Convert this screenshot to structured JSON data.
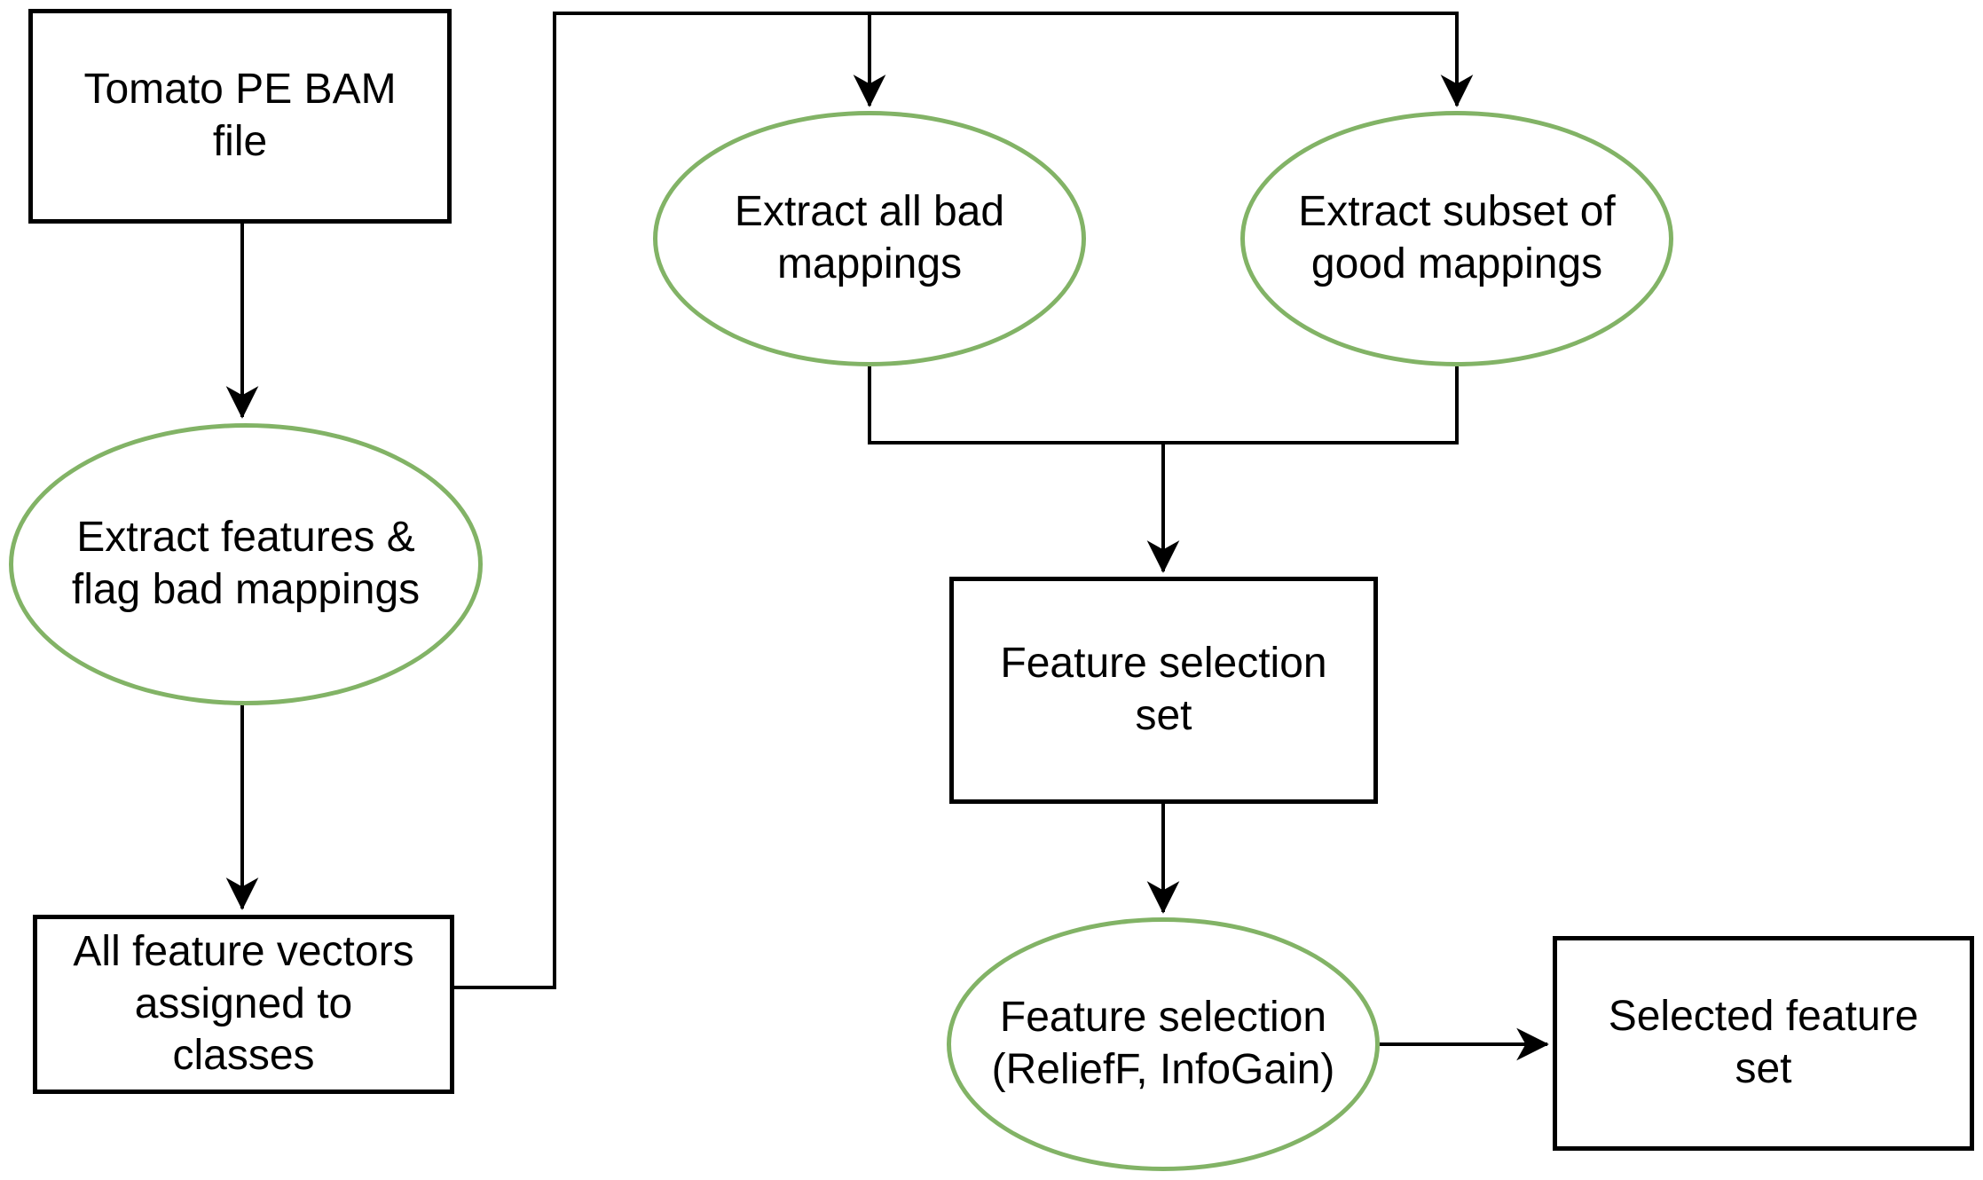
{
  "diagram": {
    "colors": {
      "background": "#ffffff",
      "rect_border": "#000000",
      "ellipse_border": "#82b366",
      "connector": "#000000",
      "text": "#000000"
    },
    "nodes": [
      {
        "id": "tomato-pe-bam-file",
        "type": "rect",
        "label": "Tomato PE BAM\nfile"
      },
      {
        "id": "extract-features-flag-bad-mappings",
        "type": "ellipse",
        "label": "Extract features &\nflag bad mappings"
      },
      {
        "id": "all-feature-vectors-assigned-to-classes",
        "type": "rect",
        "label": "All feature vectors\nassigned to\nclasses"
      },
      {
        "id": "extract-all-bad-mappings",
        "type": "ellipse",
        "label": "Extract all bad\nmappings"
      },
      {
        "id": "extract-subset-of-good-mappings",
        "type": "ellipse",
        "label": "Extract subset of\ngood mappings"
      },
      {
        "id": "feature-selection-set",
        "type": "rect",
        "label": "Feature selection\nset"
      },
      {
        "id": "feature-selection-relieff-infogain",
        "type": "ellipse",
        "label": "Feature selection\n(ReliefF, InfoGain)"
      },
      {
        "id": "selected-feature-set",
        "type": "rect",
        "label": "Selected feature\nset"
      }
    ],
    "edges": [
      {
        "from": "tomato-pe-bam-file",
        "to": "extract-features-flag-bad-mappings"
      },
      {
        "from": "extract-features-flag-bad-mappings",
        "to": "all-feature-vectors-assigned-to-classes"
      },
      {
        "from": "all-feature-vectors-assigned-to-classes",
        "to": "extract-all-bad-mappings"
      },
      {
        "from": "all-feature-vectors-assigned-to-classes",
        "to": "extract-subset-of-good-mappings"
      },
      {
        "from": "extract-all-bad-mappings",
        "to": "feature-selection-set"
      },
      {
        "from": "extract-subset-of-good-mappings",
        "to": "feature-selection-set"
      },
      {
        "from": "feature-selection-set",
        "to": "feature-selection-relieff-infogain"
      },
      {
        "from": "feature-selection-relieff-infogain",
        "to": "selected-feature-set"
      }
    ]
  }
}
